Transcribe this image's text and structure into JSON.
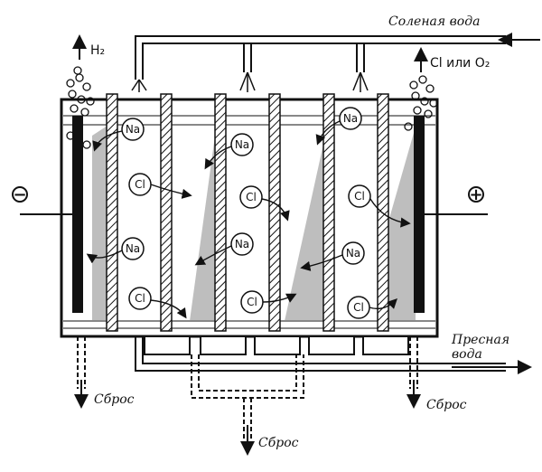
{
  "labels": {
    "salt_water": "Соленая вода",
    "fresh_water_line1": "Пресная",
    "fresh_water_line2": "вода",
    "drain_left": "Сброс",
    "drain_center": "Сброс",
    "drain_right": "Сброс",
    "hydrogen": "H₂",
    "chlorine_or_oxygen": "Cl или O₂",
    "cathode_sign": "−",
    "anode_sign": "+"
  },
  "ions": {
    "na": "Na",
    "cl": "Cl"
  }
}
